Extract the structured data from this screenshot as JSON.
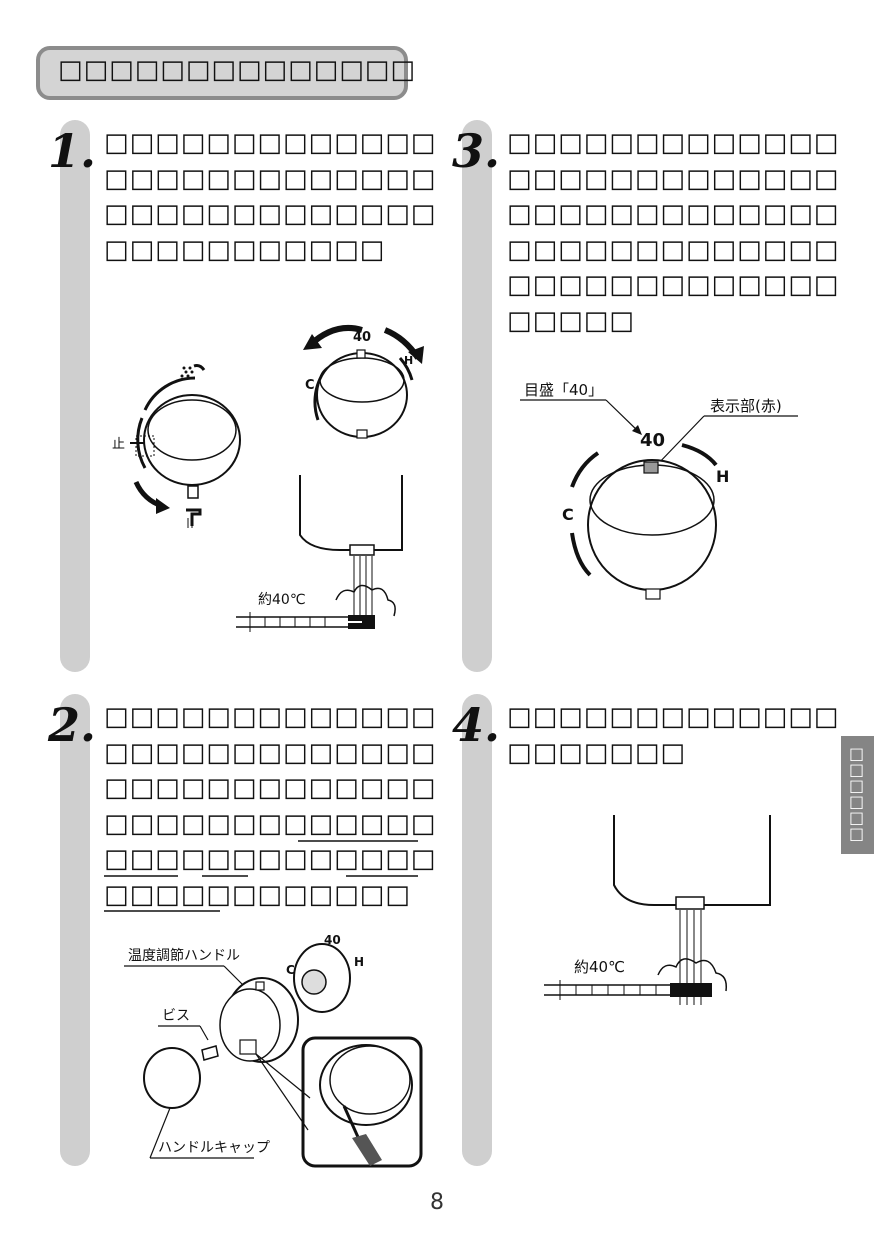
{
  "header": {
    "title": "□□□□□□□□□□□□□□"
  },
  "steps": [
    {
      "number": "1.",
      "lines": [
        "□□□□□□□□□□□□□",
        "□□□□□□□□□□□□□",
        "□□□□□□□□□□□□□",
        "□□□□□□□□□□□"
      ]
    },
    {
      "number": "2.",
      "lines": [
        "□□□□□□□□□□□□□",
        "□□□□□□□□□□□□□",
        "□□□□□□□□□□□□□",
        "□□□□□□□□□□□□□",
        "□□□□□□□□□□□□□",
        "□□□□□□□□□□□□"
      ]
    },
    {
      "number": "3.",
      "lines": [
        "□□□□□□□□□□□□□",
        "□□□□□□□□□□□□□",
        "□□□□□□□□□□□□□",
        "□□□□□□□□□□□□□",
        "□□□□□□□□□□□□□",
        "□□□□□"
      ]
    },
    {
      "number": "4.",
      "lines": [
        "□□□□□□□□□□□□□",
        "□□□□□□□"
      ]
    }
  ],
  "figures": {
    "fig1": {
      "stop_label": "止",
      "dial_c": "C",
      "dial_40": "40",
      "dial_h": "H",
      "temp_label": "約40℃"
    },
    "fig2": {
      "handle_label": "温度調節ハンドル",
      "screw_label": "ビス",
      "cap_label": "ハンドルキャップ",
      "dial_c": "C",
      "dial_40": "40",
      "dial_h": "H"
    },
    "fig3": {
      "scale_label": "目盛「40」",
      "indicator_label": "表示部(赤)",
      "dial_40": "40",
      "dial_c": "C",
      "dial_h": "H"
    },
    "fig4": {
      "temp_label": "約40℃"
    }
  },
  "side_tab": {
    "text": "□□□□□□"
  },
  "footer": {
    "page_number": "8"
  }
}
